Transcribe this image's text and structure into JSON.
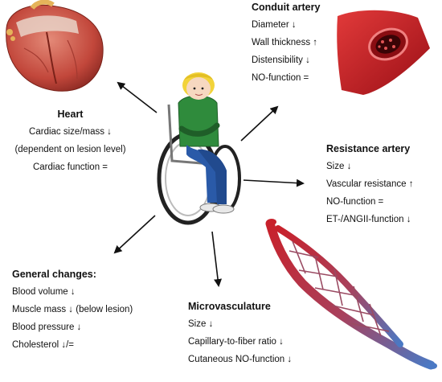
{
  "heart": {
    "title": "Heart",
    "lines": [
      "Cardiac size/mass ↓",
      "(dependent on lesion level)",
      "Cardiac function ="
    ]
  },
  "conduit": {
    "title": "Conduit artery",
    "lines": [
      "Diameter ↓",
      "Wall thickness ↑",
      "Distensibility ↓",
      "NO-function ="
    ]
  },
  "resistance": {
    "title": "Resistance artery",
    "lines": [
      "Size ↓",
      "Vascular resistance ↑",
      "NO-function =",
      "ET-/ANGII-function ↓"
    ]
  },
  "general": {
    "title": "General changes:",
    "lines": [
      "Blood volume ↓",
      "Muscle mass ↓ (below lesion)",
      "Blood pressure ↓",
      "Cholesterol ↓/="
    ]
  },
  "micro": {
    "title": "Microvasculature",
    "lines": [
      "Size ↓",
      "Capillary-to-fiber ratio ↓",
      "Cutaneous NO-function ↓"
    ]
  },
  "colors": {
    "artery_red": "#c8212b",
    "vein_blue": "#4a79c4",
    "shirt_green": "#2f8b3c",
    "hair_yellow": "#f2d33a",
    "jeans_blue": "#2a5aa8"
  },
  "icons": [
    "heart-illustration",
    "conduit-artery-illustration",
    "wheelchair-user-illustration",
    "microvasculature-illustration"
  ]
}
